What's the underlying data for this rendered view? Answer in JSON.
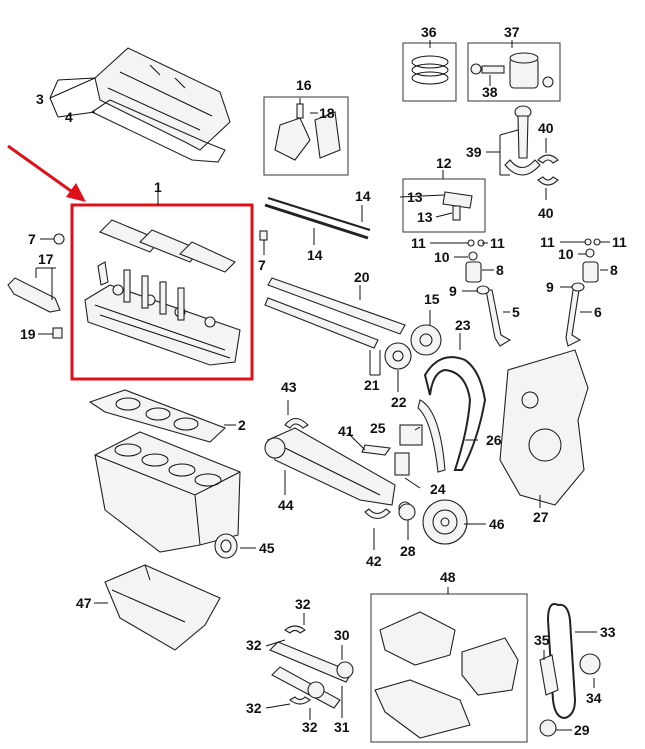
{
  "diagram": {
    "title": "",
    "highlight_color": "#e0101a",
    "callouts": {
      "c1": "1",
      "c2": "2",
      "c3": "3",
      "c4": "4",
      "c5": "5",
      "c6": "6",
      "c7a": "7",
      "c7b": "7",
      "c8a": "8",
      "c8b": "8",
      "c9a": "9",
      "c9b": "9",
      "c10a": "10",
      "c10b": "10",
      "c11a": "11",
      "c11b": "11",
      "c11c": "11",
      "c11d": "11",
      "c12": "12",
      "c13a": "13",
      "c13b": "13",
      "c14a": "14",
      "c14b": "14",
      "c15": "15",
      "c16": "16",
      "c17": "17",
      "c18": "18",
      "c19": "19",
      "c20": "20",
      "c21": "21",
      "c22": "22",
      "c23": "23",
      "c24": "24",
      "c25": "25",
      "c26": "26",
      "c27": "27",
      "c28": "28",
      "c29": "29",
      "c30": "30",
      "c31": "31",
      "c32a": "32",
      "c32b": "32",
      "c32c": "32",
      "c32d": "32",
      "c33": "33",
      "c34": "34",
      "c35": "35",
      "c36": "36",
      "c37": "37",
      "c38": "38",
      "c39": "39",
      "c40a": "40",
      "c40b": "40",
      "c41": "41",
      "c42": "42",
      "c43": "43",
      "c44": "44",
      "c45": "45",
      "c46": "46",
      "c47": "47",
      "c48": "48"
    }
  }
}
